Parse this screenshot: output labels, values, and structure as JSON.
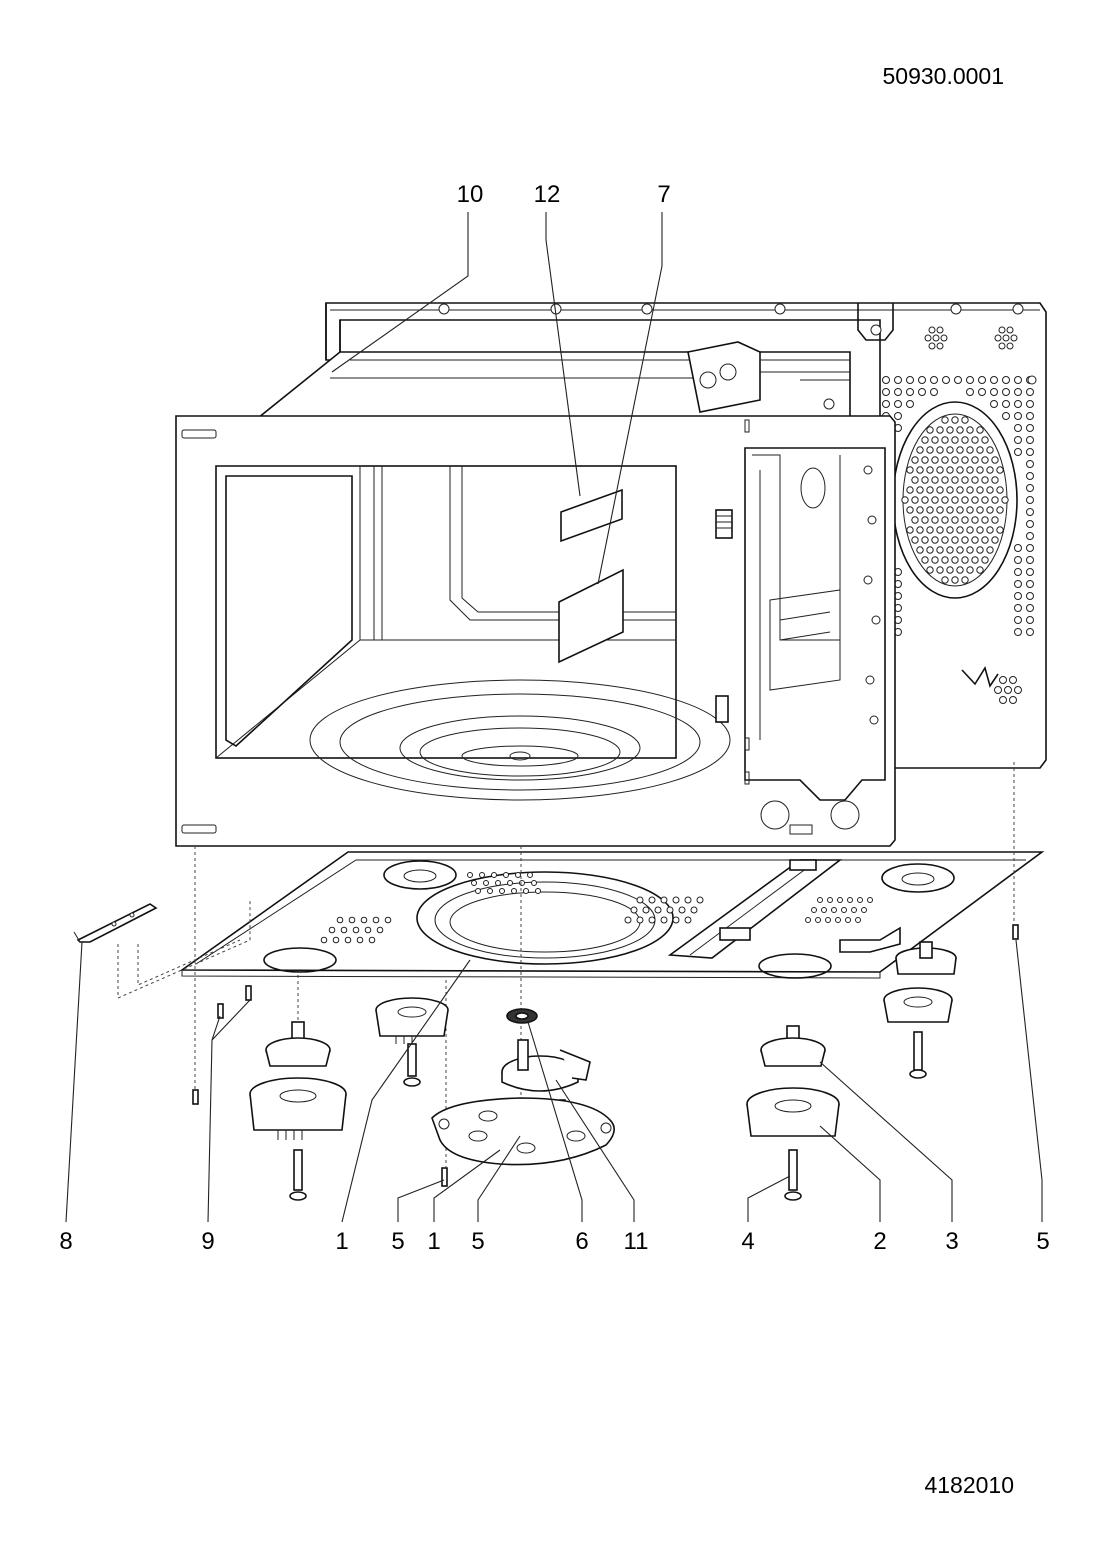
{
  "drawing": {
    "code_top": "50930.0001",
    "code_bottom": "4182010"
  },
  "callouts_top": [
    "10",
    "12",
    "7"
  ],
  "callouts_bottom": [
    "8",
    "9",
    "1",
    "5",
    "1",
    "5",
    "6",
    "11",
    "4",
    "2",
    "3",
    "5"
  ]
}
